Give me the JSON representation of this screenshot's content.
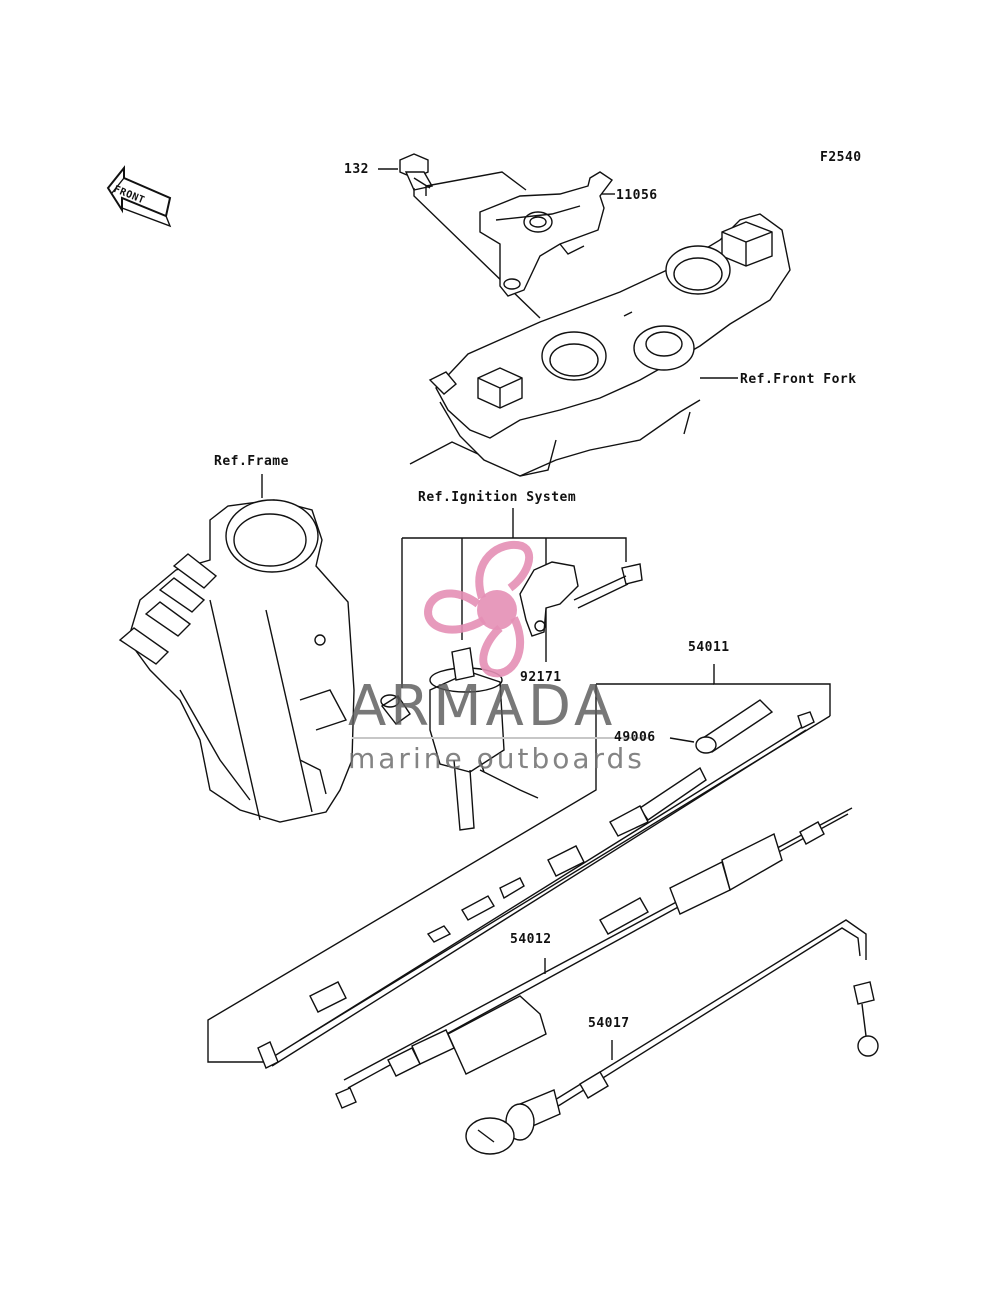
{
  "diagram": {
    "figure_code": "F2540",
    "front_arrow_text": "FRONT",
    "labels": {
      "p132": "132",
      "p11056": "11056",
      "ref_front_fork": "Ref.Front Fork",
      "ref_frame": "Ref.Frame",
      "ref_ignition": "Ref.Ignition System",
      "p92171": "92171",
      "p54011": "54011",
      "p49006": "49006",
      "p54012": "54012",
      "p54017": "54017"
    }
  },
  "watermark": {
    "brand": "ARMADA",
    "tagline": "marine outboards",
    "logo_color": "#e48fb5"
  }
}
